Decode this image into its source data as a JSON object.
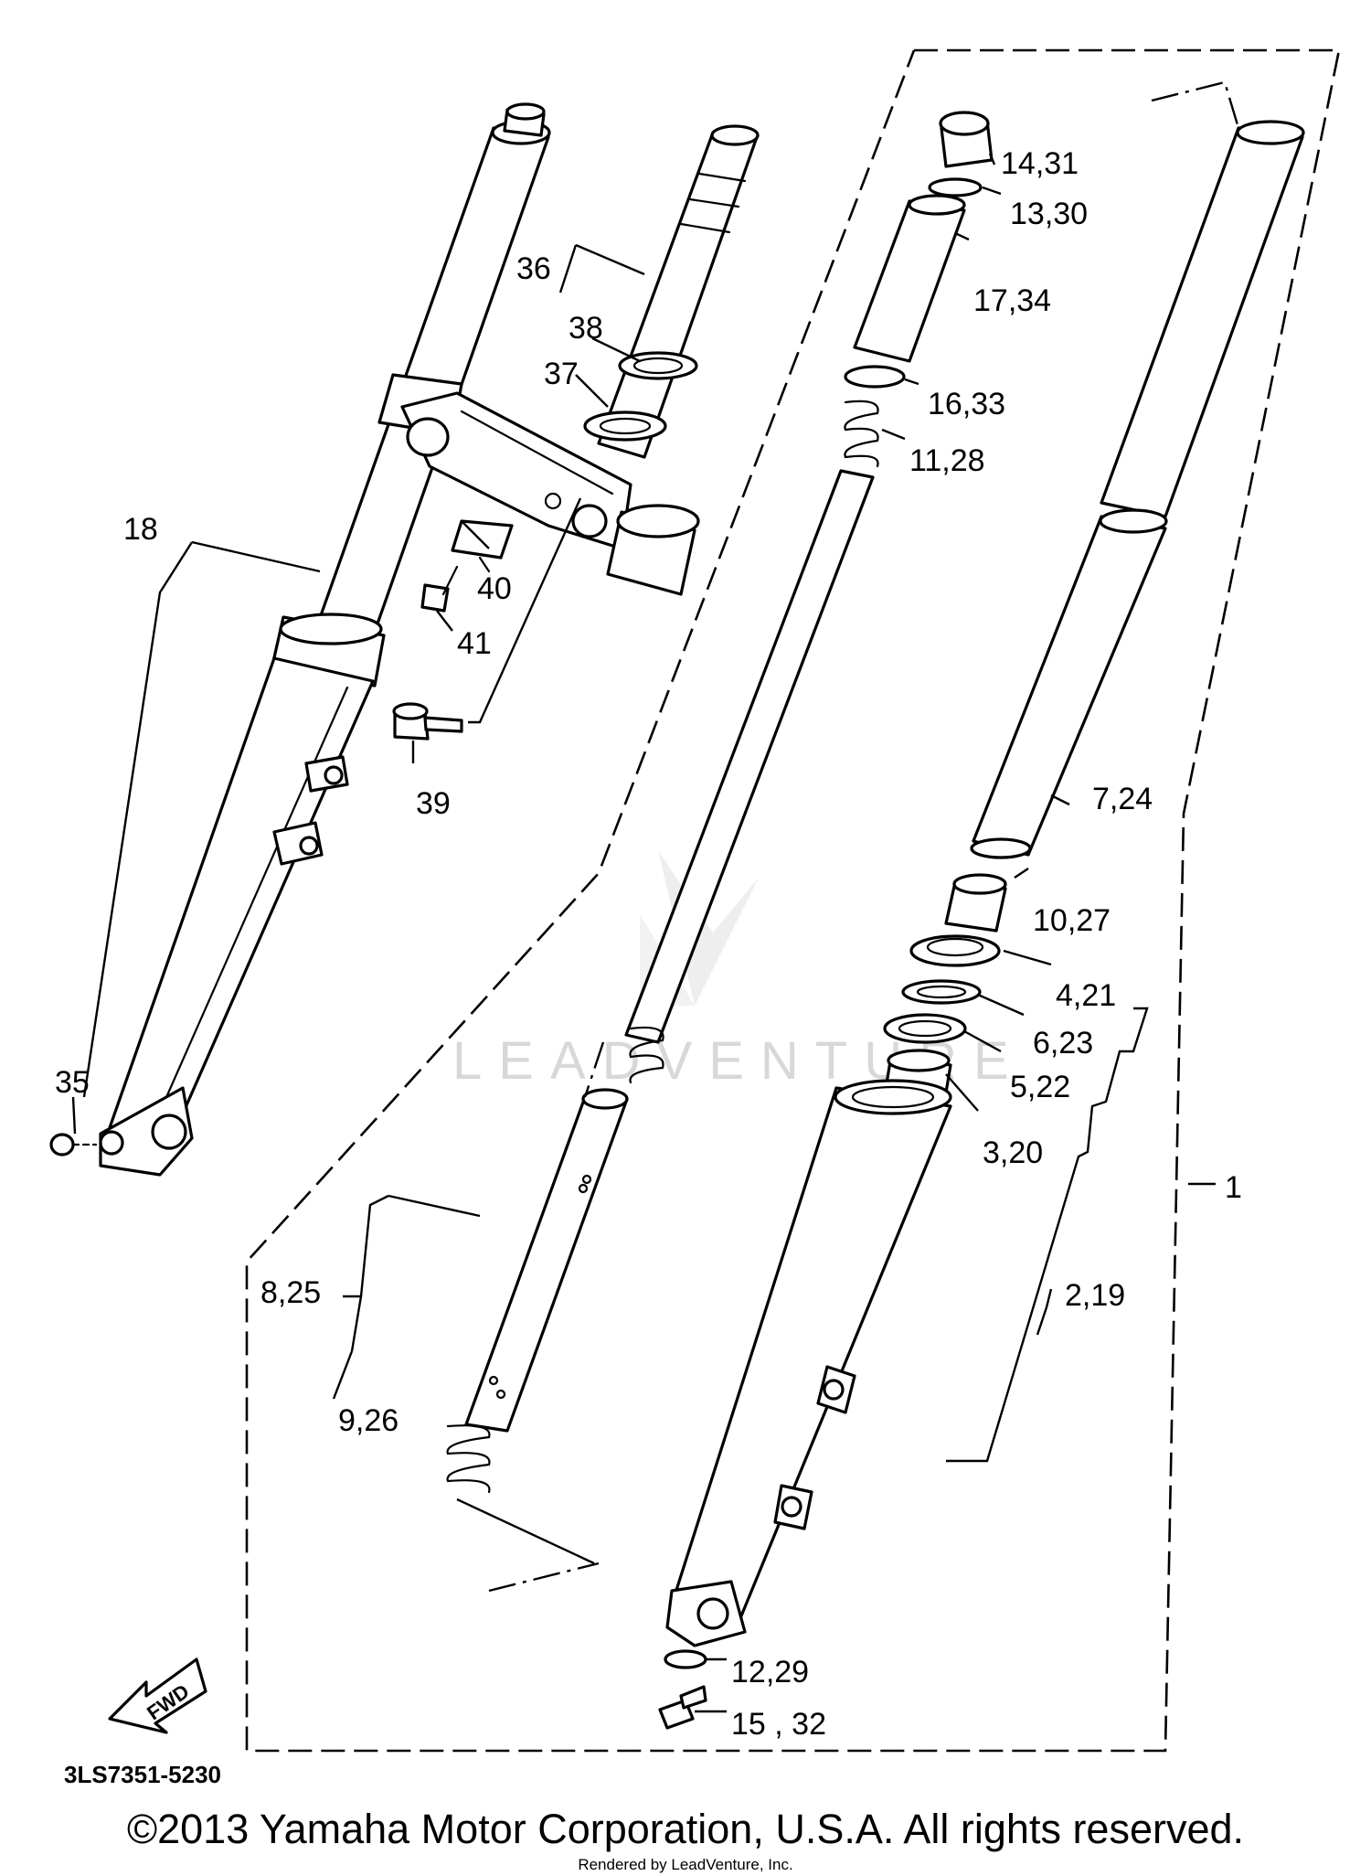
{
  "callouts": {
    "c1": "1",
    "c2_19": "2,19",
    "c3_20": "3,20",
    "c4_21": "4,21",
    "c5_22": "5,22",
    "c6_23": "6,23",
    "c7_24": "7,24",
    "c8_25": "8,25",
    "c9_26": "9,26",
    "c10_27": "10,27",
    "c11_28": "11,28",
    "c12_29": "12,29",
    "c13_30": "13,30",
    "c14_31": "14,31",
    "c15_32": "15 , 32",
    "c16_33": "16,33",
    "c17_34": "17,34",
    "c18": "18",
    "c35": "35",
    "c36": "36",
    "c37": "37",
    "c38": "38",
    "c39": "39",
    "c40": "40",
    "c41": "41"
  },
  "diagram_code": "3LS7351-5230",
  "fwd_label": "FWD",
  "watermark": "LEADVENTURE",
  "copyright": "©2013 Yamaha Motor Corporation, U.S.A. All rights reserved.",
  "rendered_by": "Rendered by LeadVenture, Inc."
}
